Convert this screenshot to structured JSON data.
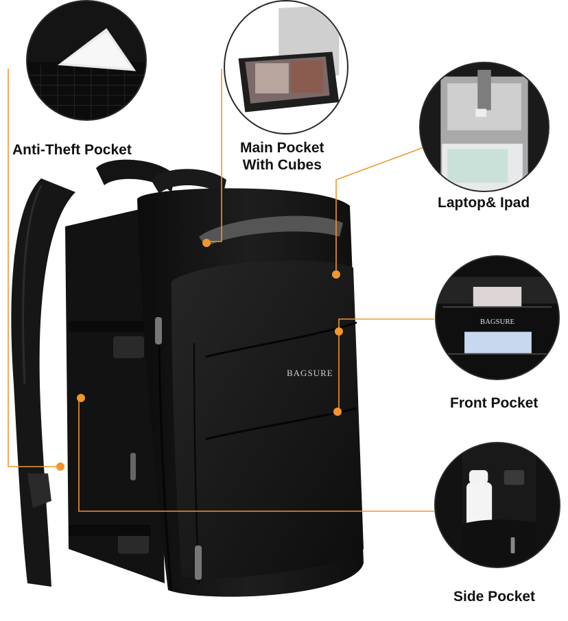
{
  "brand": "BAGSURE",
  "accent_color": "#f0962a",
  "features": [
    {
      "id": "anti-theft",
      "label": "Anti-Theft Pocket"
    },
    {
      "id": "main",
      "label_line1": "Main Pocket",
      "label_line2": "With Cubes"
    },
    {
      "id": "laptop",
      "label": "Laptop& Ipad"
    },
    {
      "id": "front",
      "label": "Front Pocket"
    },
    {
      "id": "side",
      "label": "Side Pocket"
    }
  ]
}
